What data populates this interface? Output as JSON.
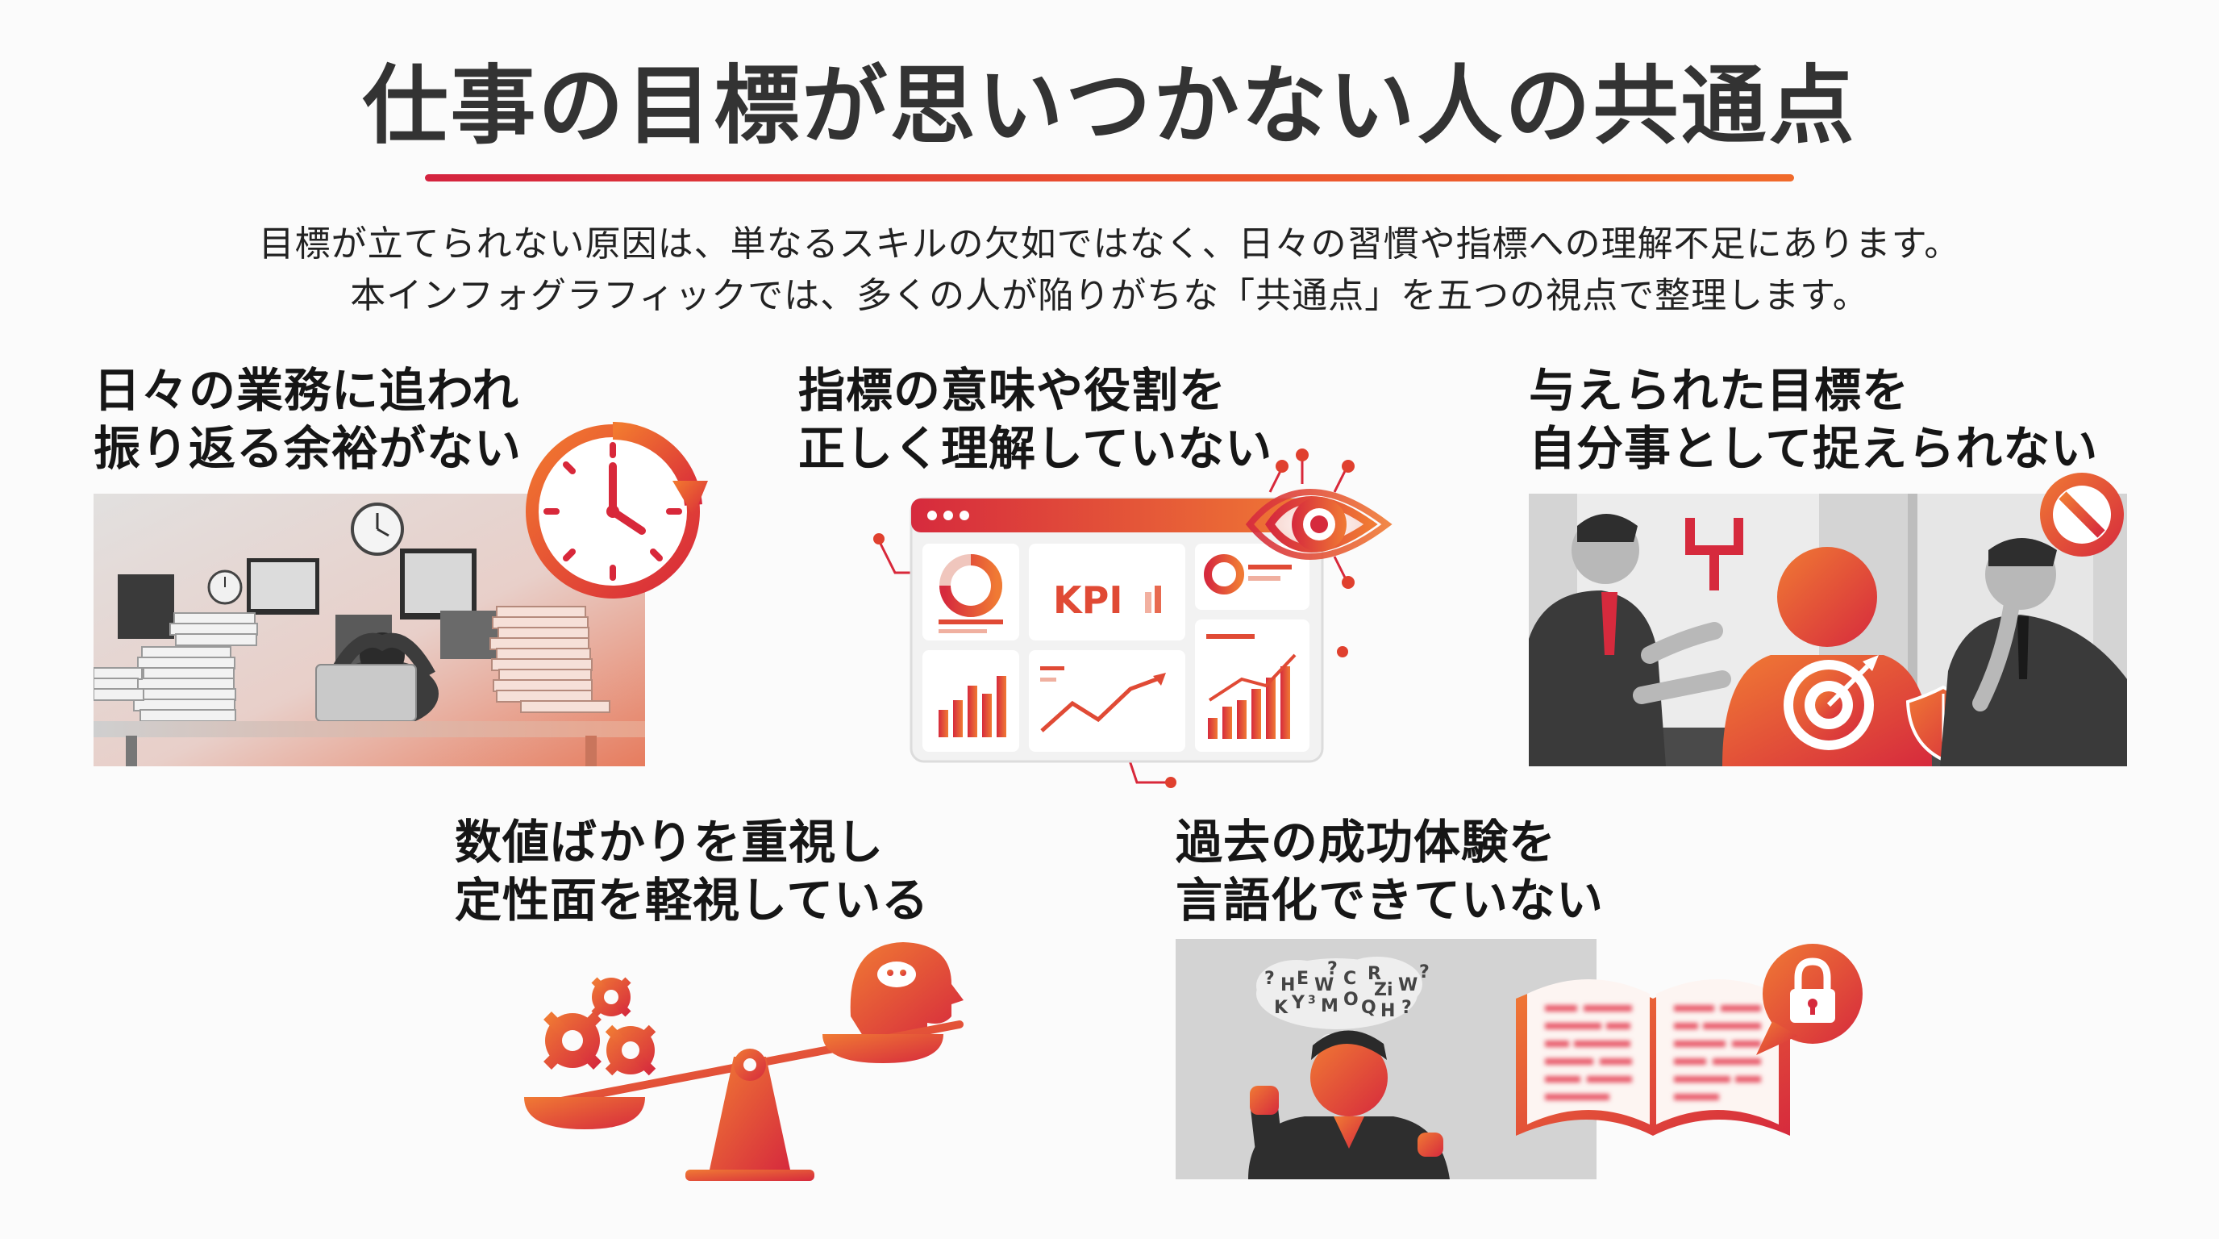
{
  "title": "仕事の目標が思いつかない人の共通点",
  "intro": {
    "line1": "目標が立てられない原因は、単なるスキルの欠如ではなく、日々の習慣や指標への理解不足にあります。",
    "line2": "本インフォグラフィックでは、多くの人が陥りがちな「共通点」を五つの視点で整理します。"
  },
  "points": [
    {
      "line1": "日々の業務に追われ",
      "line2": "振り返る余裕がない"
    },
    {
      "line1": "指標の意味や役割を",
      "line2": "正しく理解していない"
    },
    {
      "line1": "与えられた目標を",
      "line2": "自分事として捉えられない"
    },
    {
      "line1": "数値ばかりを重視し",
      "line2": "定性面を軽視している"
    },
    {
      "line1": "過去の成功体験を",
      "line2": "言語化できていない"
    }
  ],
  "dashboard": {
    "kpi_label": "KPI"
  },
  "thought_letters": [
    "?",
    "H",
    "E",
    "W",
    "?",
    "C",
    "R",
    "Z",
    "i",
    "W",
    "?",
    "K",
    "Y",
    "3",
    "M",
    "O",
    "Q",
    "H",
    "?"
  ],
  "colors": {
    "accent_red": "#d4233f",
    "accent_orange": "#f06a2b",
    "text_dark": "#333333",
    "grey": "#4a4a4a"
  },
  "icons": [
    "clock-refresh-icon",
    "eye-icon",
    "no-entry-icon",
    "target-icon",
    "shield-icon",
    "gear-icon",
    "head-idea-icon",
    "balance-scale-icon",
    "padlock-icon",
    "book-icon"
  ]
}
